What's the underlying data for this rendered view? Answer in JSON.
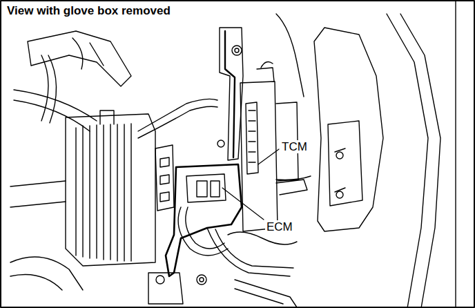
{
  "diagram": {
    "title": "View with glove box removed",
    "labels": [
      "TCM",
      "ECM"
    ]
  }
}
